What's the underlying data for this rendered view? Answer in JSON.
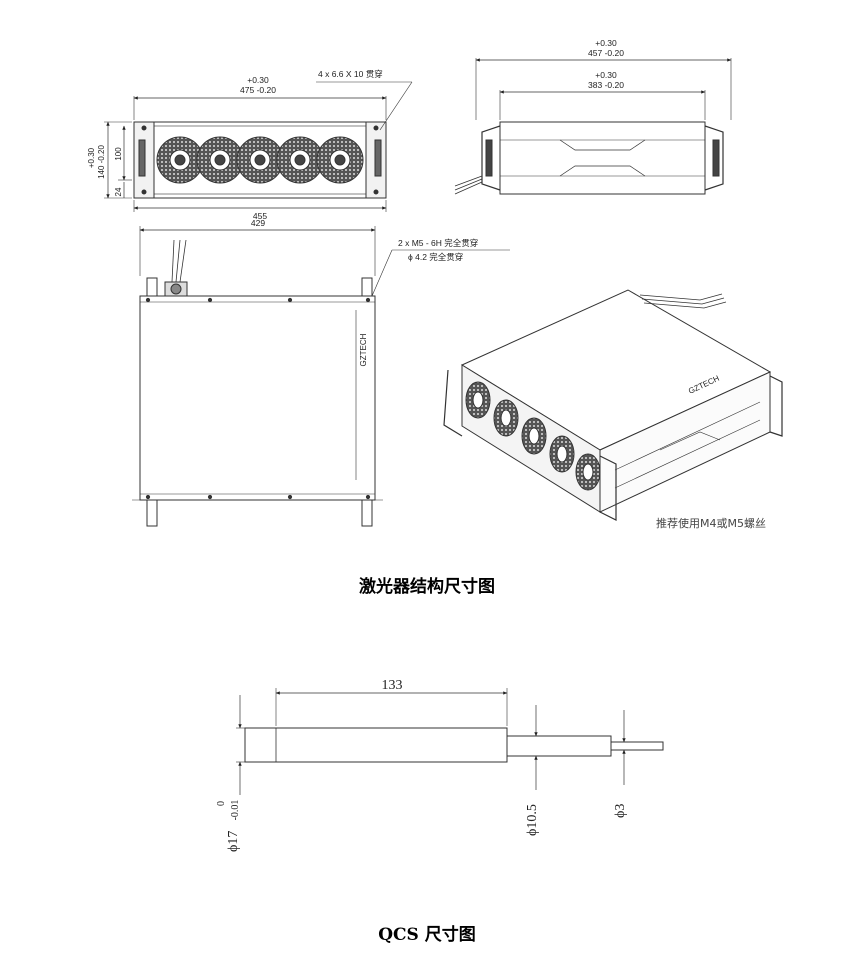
{
  "drawing1": {
    "front": {
      "width_tol": "+0.30",
      "width_val": "475 -0.20",
      "hole_note": "4 x 6.6 X 10 贯穿",
      "height_tol1": "+0.30",
      "height_val": "140 -0.20",
      "inner_height": "100",
      "bottom_offset": "24",
      "bottom_width": "455"
    },
    "side": {
      "outer_tol": "+0.30",
      "outer_val": "457 -0.20",
      "inner_tol": "+0.30",
      "inner_val": "383 -0.20"
    },
    "top": {
      "width": "429",
      "note_line1": "2 x  M5 - 6H 完全贯穿",
      "note_line2": "ϕ 4.2 完全贯穿",
      "brand": "GZTECH"
    },
    "iso": {
      "brand": "GZTECH",
      "screw_note": "推荐使用M4或M5螺丝"
    },
    "caption": "激光器结构尺寸图"
  },
  "drawing2": {
    "length": "133",
    "dia_main": "ϕ17",
    "dia_main_tol_up": "0",
    "dia_main_tol_low": "-0.01",
    "dia_mid": "ϕ10.5",
    "dia_fiber": "ϕ3",
    "caption": "QCS 尺寸图"
  }
}
